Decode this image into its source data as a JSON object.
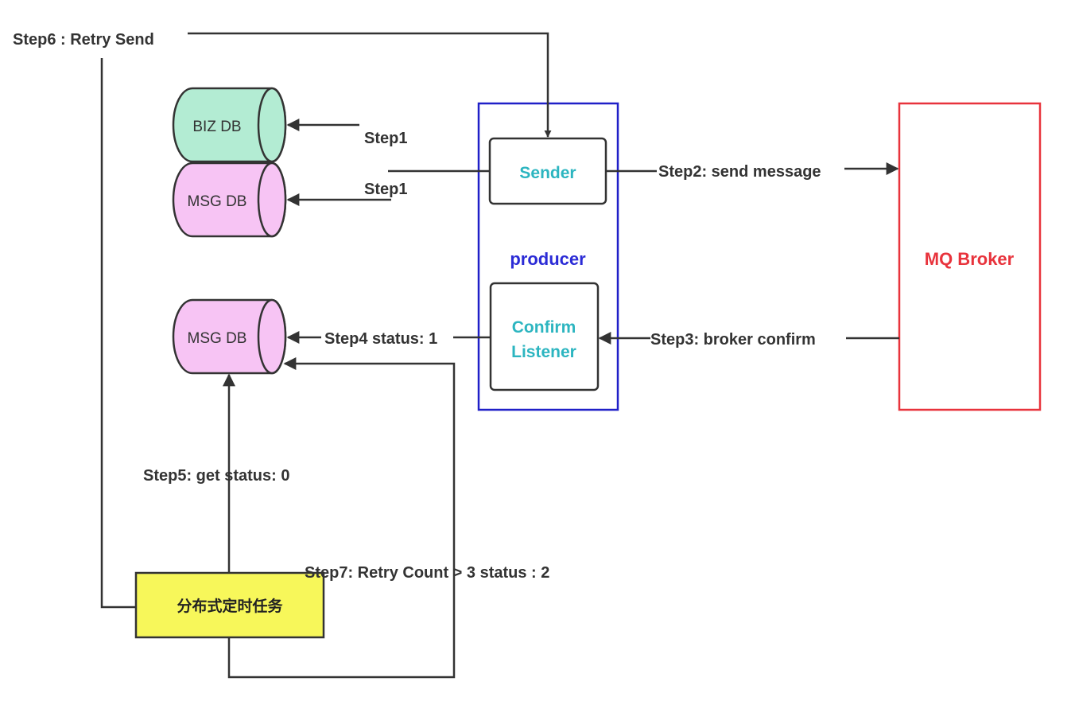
{
  "databases": {
    "biz_db": "BIZ DB",
    "msg_db_top": "MSG DB",
    "msg_db_bottom": "MSG DB"
  },
  "producer": {
    "label": "producer",
    "sender": "Sender",
    "confirm_line1": "Confirm",
    "confirm_line2": "Listener"
  },
  "broker": {
    "label": "MQ Broker"
  },
  "task": {
    "label": "分布式定时任务"
  },
  "steps": {
    "step1_biz": "Step1",
    "step1_msg": "Step1",
    "step2": "Step2:  send message",
    "step3": "Step3:  broker confirm",
    "step4": "Step4 status: 1",
    "step5": "Step5: get status:  0",
    "step6": "Step6 :  Retry Send",
    "step7": "Step7: Retry Count > 3 status : 2"
  },
  "colors": {
    "biz_db_fill": "#b3ecd3",
    "msg_db_fill": "#f7c4f4",
    "producer_border": "#2020c8",
    "broker_border": "#e8333c",
    "task_fill": "#f7f75a"
  }
}
